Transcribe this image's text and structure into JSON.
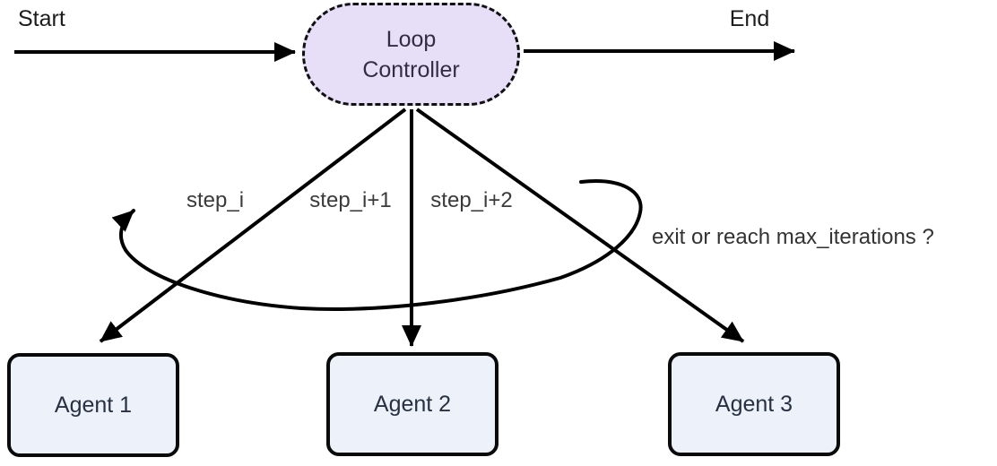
{
  "labels": {
    "start": "Start",
    "end": "End",
    "steps": [
      "step_i",
      "step_i+1",
      "step_i+2"
    ],
    "loop_condition": "exit or reach max_iterations ?"
  },
  "nodes": {
    "loop_controller": {
      "lines": [
        "Loop",
        "Controller"
      ]
    },
    "agents": [
      {
        "label": "Agent 1"
      },
      {
        "label": "Agent 2"
      },
      {
        "label": "Agent 3"
      }
    ]
  },
  "colors": {
    "line_color": "#000000",
    "label_color": "#2b2b2b",
    "endpoint_color": "#1c1c1c",
    "controller_fill": "#e7def8",
    "controller_border": "#111111",
    "controller_text": "#322d44",
    "agent_fill": "#edf1fa",
    "agent_border": "#0a0a0a",
    "agent_text": "#273142"
  }
}
